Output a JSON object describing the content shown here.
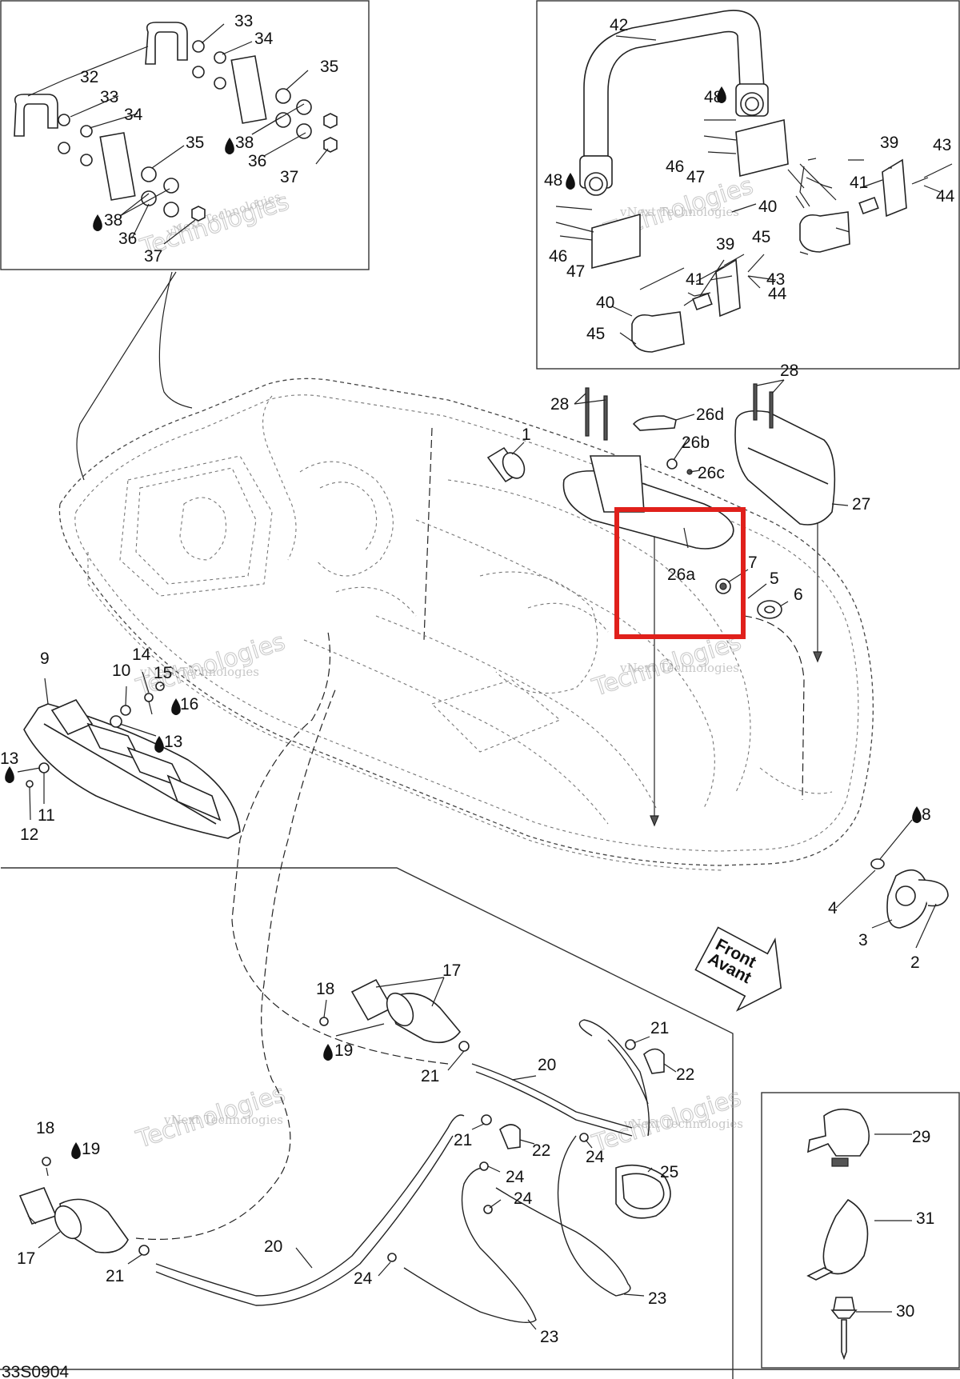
{
  "diagram_code": "33S0904",
  "watermark": {
    "line1": "vNext Technologies",
    "line2": "Technologies"
  },
  "front_arrow": {
    "line1": "Front",
    "line2": "Avant"
  },
  "highlight_part": "26a",
  "callouts": {
    "c1": "1",
    "c2": "2",
    "c3": "3",
    "c4": "4",
    "c5": "5",
    "c6": "6",
    "c7": "7",
    "c8": "8",
    "c9": "9",
    "c10": "10",
    "c11": "11",
    "c12": "12",
    "c13a": "13",
    "c13b": "13",
    "c14": "14",
    "c15": "15",
    "c16": "16",
    "c17a": "17",
    "c17b": "17",
    "c18a": "18",
    "c18b": "18",
    "c19a": "19",
    "c19b": "19",
    "c20a": "20",
    "c20b": "20",
    "c21a": "21",
    "c21b": "21",
    "c21c": "21",
    "c21d": "21",
    "c22a": "22",
    "c22b": "22",
    "c23a": "23",
    "c23b": "23",
    "c24a": "24",
    "c24b": "24",
    "c24c": "24",
    "c24d": "24",
    "c25": "25",
    "c26a": "26a",
    "c26b": "26b",
    "c26c": "26c",
    "c26d": "26d",
    "c27": "27",
    "c28a": "28",
    "c28b": "28",
    "c29": "29",
    "c30": "30",
    "c31": "31",
    "c32": "32",
    "c33a": "33",
    "c33b": "33",
    "c34a": "34",
    "c34b": "34",
    "c35a": "35",
    "c35b": "35",
    "c36a": "36",
    "c36b": "36",
    "c37a": "37",
    "c37b": "37",
    "c38a": "38",
    "c38b": "38",
    "c39a": "39",
    "c39b": "39",
    "c40a": "40",
    "c40b": "40",
    "c41a": "41",
    "c41b": "41",
    "c42": "42",
    "c43a": "43",
    "c43b": "43",
    "c44a": "44",
    "c44b": "44",
    "c45a": "45",
    "c45b": "45",
    "c46a": "46",
    "c46b": "46",
    "c47a": "47",
    "c47b": "47",
    "c48a": "48",
    "c48b": "48"
  }
}
